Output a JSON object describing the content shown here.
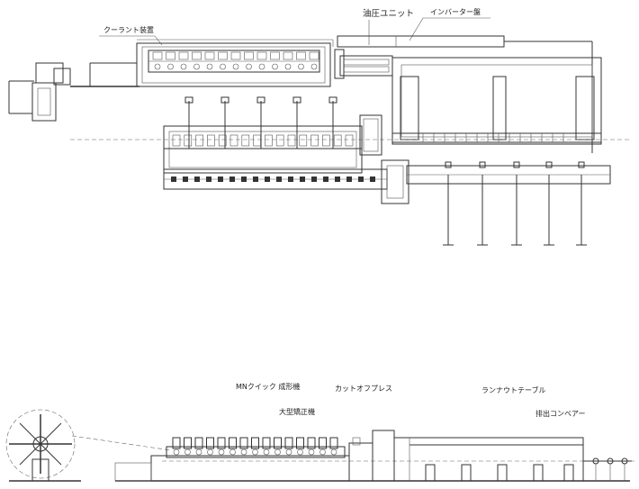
{
  "plan_labels": {
    "coolant": "クーラント装置",
    "hydraulic": "油圧ユニット",
    "inverter": "インバーター盤"
  },
  "elevation_labels": {
    "mn_quick": "MNクイック 成形機",
    "cutoff": "カットオフプレス",
    "runout": "ランナウトテーブル",
    "straightener": "大型矯正機",
    "conveyor": "排出コンベアー"
  }
}
